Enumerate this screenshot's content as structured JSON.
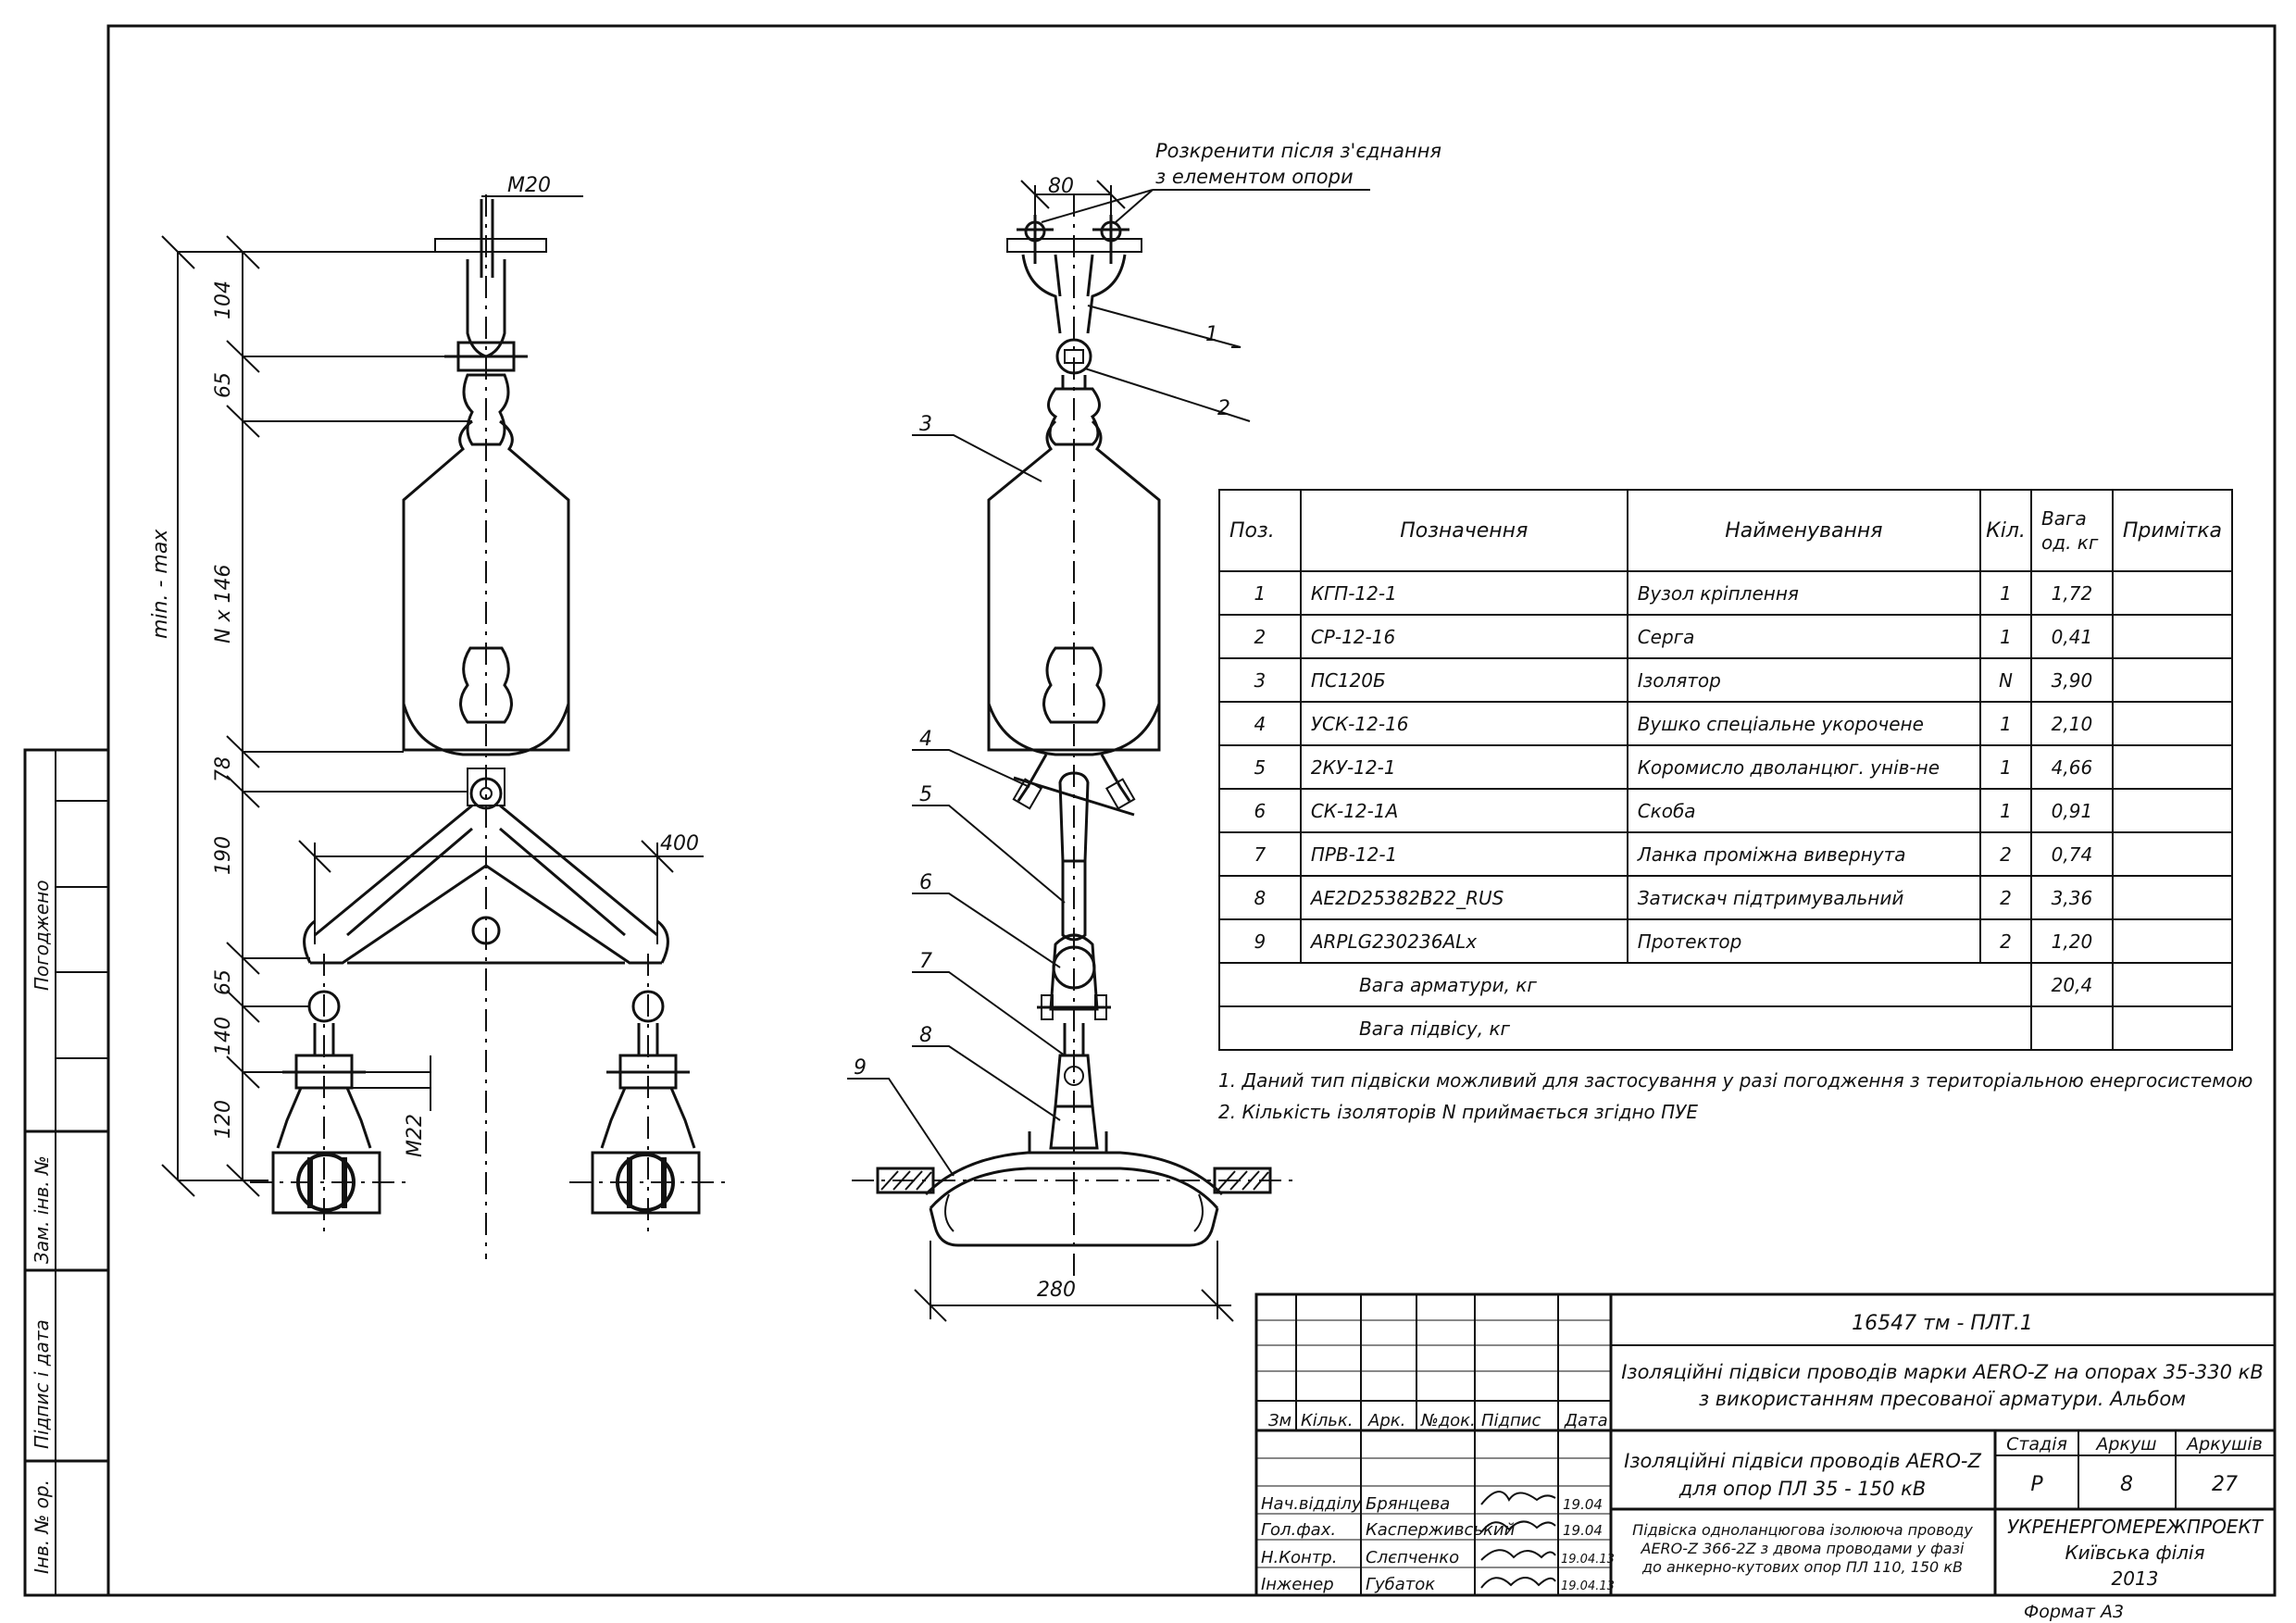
{
  "callout": {
    "line1": "Розкренити після з'єднання",
    "line2": "з елементом опори"
  },
  "dims": {
    "m20": "M20",
    "d80": "80",
    "d104": "104",
    "d65a": "65",
    "nx146": "N x 146",
    "minmax": "min. - max",
    "d78": "78",
    "d190": "190",
    "d400": "400",
    "d65b": "65",
    "d140": "140",
    "d120": "120",
    "m22": "M22",
    "d280": "280"
  },
  "pos_labels": [
    "1",
    "2",
    "3",
    "4",
    "5",
    "6",
    "7",
    "8",
    "9"
  ],
  "spec": {
    "headers": {
      "pos": "Поз.",
      "designation": "Позначення",
      "name": "Найменування",
      "qty": "Кіл.",
      "weight_l1": "Вага",
      "weight_l2": "од. кг",
      "note": "Примітка"
    },
    "rows": [
      {
        "pos": "1",
        "designation": "КГП-12-1",
        "name": "Вузол кріплення",
        "qty": "1",
        "weight": "1,72"
      },
      {
        "pos": "2",
        "designation": "СР-12-16",
        "name": "Серга",
        "qty": "1",
        "weight": "0,41"
      },
      {
        "pos": "3",
        "designation": "ПС120Б",
        "name": "Ізолятор",
        "qty": "N",
        "weight": "3,90"
      },
      {
        "pos": "4",
        "designation": "УСК-12-16",
        "name": "Вушко спеціальне укорочене",
        "qty": "1",
        "weight": "2,10"
      },
      {
        "pos": "5",
        "designation": "2КУ-12-1",
        "name": "Коромисло дволанцюг. унів-не",
        "qty": "1",
        "weight": "4,66"
      },
      {
        "pos": "6",
        "designation": "СК-12-1А",
        "name": "Скоба",
        "qty": "1",
        "weight": "0,91"
      },
      {
        "pos": "7",
        "designation": "ПРВ-12-1",
        "name": "Ланка проміжна вивернута",
        "qty": "2",
        "weight": "0,74"
      },
      {
        "pos": "8",
        "designation": "AE2D25382B22_RUS",
        "name": "Затискач підтримувальний",
        "qty": "2",
        "weight": "3,36"
      },
      {
        "pos": "9",
        "designation": "ARPLG230236ALx",
        "name": "Протектор",
        "qty": "2",
        "weight": "1,20"
      }
    ],
    "total_fittings_label": "Вага арматури, кг",
    "total_fittings_value": "20,4",
    "total_suspension_label": "Вага підвісу, кг"
  },
  "notes": [
    "1. Даний тип підвіски можливий для застосування у разі погодження з територіальною енергосистемою",
    "2. Кількість ізоляторів N приймається згідно ПУЕ"
  ],
  "side_stamp": {
    "agreed": "Погоджено",
    "replace_inv": "Зам. інв. №",
    "sign_date": "Підпис і дата",
    "inv_orig": "Інв. № ор."
  },
  "title_block": {
    "code": "16547 тм - ПЛТ.1",
    "album_title_1": "Ізоляційні підвіси проводів марки AERO-Z на опорах 35-330 кВ",
    "album_title_2": "з використанням пресованої арматури. Альбом",
    "cols": {
      "zm": "Зм",
      "kilk": "Кільк.",
      "ark": "Арк.",
      "ndok": "№док.",
      "pidpys": "Підпис",
      "data": "Дата"
    },
    "section_1": "Ізоляційні підвіси проводів AERO-Z",
    "section_2": "для опор ПЛ 35 - 150 кВ",
    "stage_label": "Стадія",
    "sheet_label": "Аркуш",
    "sheets_label": "Аркушів",
    "stage": "Р",
    "sheet": "8",
    "sheets": "27",
    "desc_1": "Підвіска одноланцюгова ізолююча проводу",
    "desc_2": "AERO-Z 366-2Z з двома проводами у фазі",
    "desc_3": "до анкерно-кутових опор ПЛ 110, 150 кВ",
    "org_1": "УКРЕНЕРГОМЕРЕЖПРОЕКТ",
    "org_2": "Київська філія",
    "org_3": "2013",
    "people": [
      {
        "role": "Нач.відділу",
        "name": "Брянцева",
        "date": "19.04"
      },
      {
        "role": "Гол.фах.",
        "name": "Касперживський",
        "date": "19.04"
      },
      {
        "role": "Н.Контр.",
        "name": "Слєпченко",
        "date": "19.04.13"
      },
      {
        "role": "Інженер",
        "name": "Губаток",
        "date": "19.04.13"
      }
    ],
    "format": "Формат А3"
  }
}
